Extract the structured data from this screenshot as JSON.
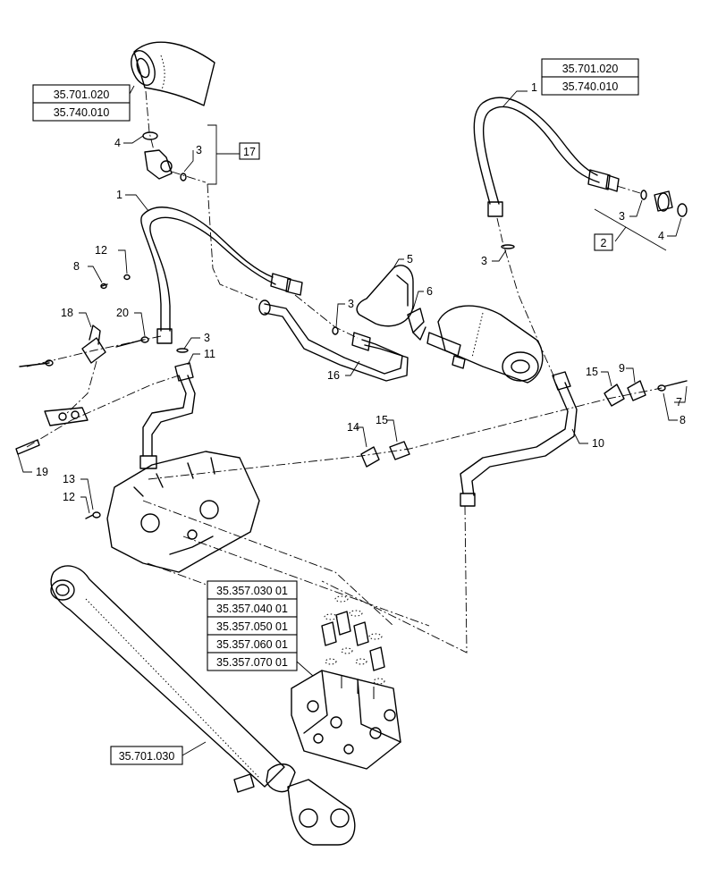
{
  "references": {
    "top_left": [
      "35.701.020",
      "35.740.010"
    ],
    "top_right": [
      "35.701.020",
      "35.740.010"
    ],
    "valve_stack": [
      "35.357.030 01",
      "35.357.040 01",
      "35.357.050 01",
      "35.357.060 01",
      "35.357.070 01"
    ],
    "cylinder": "35.701.030"
  },
  "kit_labels": {
    "kit_17": "17",
    "kit_2": "2"
  },
  "callouts": {
    "c1_top_right": "1",
    "c4_top_left": "4",
    "c3_top_left": "3",
    "c1_mid": "1",
    "c12_upper": "12",
    "c8_left": "8",
    "c18": "18",
    "c20": "20",
    "c3_mid": "3",
    "c11": "11",
    "c19": "19",
    "c13": "13",
    "c12_lower": "12",
    "c5": "5",
    "c6": "6",
    "c3_center": "3",
    "c16": "16",
    "c3_right_a": "3",
    "c4_right": "4",
    "c3_right_b": "3",
    "c15_right": "15",
    "c9": "9",
    "c7": "7",
    "c8_right": "8",
    "c14": "14",
    "c15_center": "15",
    "c10": "10"
  }
}
